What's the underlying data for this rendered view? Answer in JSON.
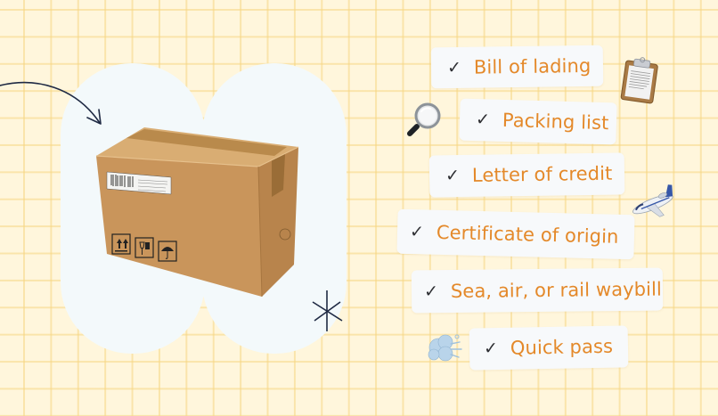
{
  "checklist": {
    "check_glyph": "✓",
    "items": [
      {
        "label": "Bill of lading"
      },
      {
        "label": "Packing list"
      },
      {
        "label": "Letter of credit"
      },
      {
        "label": "Certificate of origin"
      },
      {
        "label": "Sea, air, or rail waybill"
      },
      {
        "label": "Quick pass"
      }
    ]
  },
  "decorations": {
    "icons": [
      "clipboard-icon",
      "magnifier-icon",
      "airplane-icon",
      "wind-icon",
      "arrow-icon",
      "sparkle-icon"
    ],
    "box_label": "cardboard-box"
  },
  "colors": {
    "background": "#fff6dc",
    "grid": "#f6d682",
    "pill": "#f3f9fb",
    "card": "#f7f9fb",
    "label": "#e4892a",
    "check": "#2e2f33",
    "ink": "#1f2a44"
  }
}
